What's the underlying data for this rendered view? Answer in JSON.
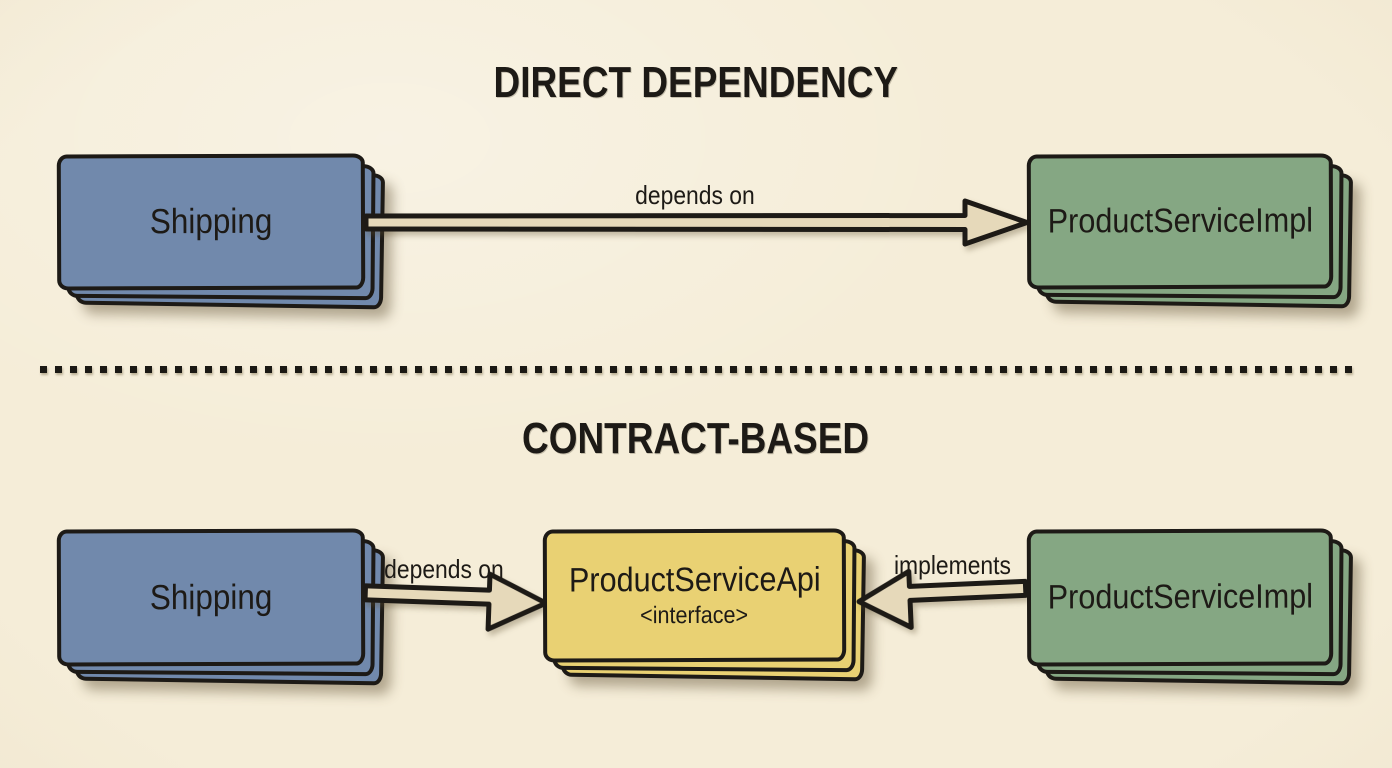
{
  "colors": {
    "background": "#f5edd8",
    "ink": "#1d1a16",
    "box_blue": "#7189ac",
    "box_green": "#85a783",
    "box_yellow": "#e9d173",
    "arrow_fill": "#e6d9ba"
  },
  "direct_section": {
    "title": "DIRECT DEPENDENCY",
    "shipping_box_label": "Shipping",
    "arrow_label": "depends on",
    "impl_box_label": "ProductServiceImpl"
  },
  "contract_section": {
    "title": "CONTRACT-BASED",
    "shipping_box_label": "Shipping",
    "depends_arrow_label": "depends on",
    "api_box_label": "ProductServiceApi",
    "api_box_sublabel": "<interface>",
    "implements_arrow_label": "implements",
    "impl_box_label": "ProductServiceImpl"
  }
}
